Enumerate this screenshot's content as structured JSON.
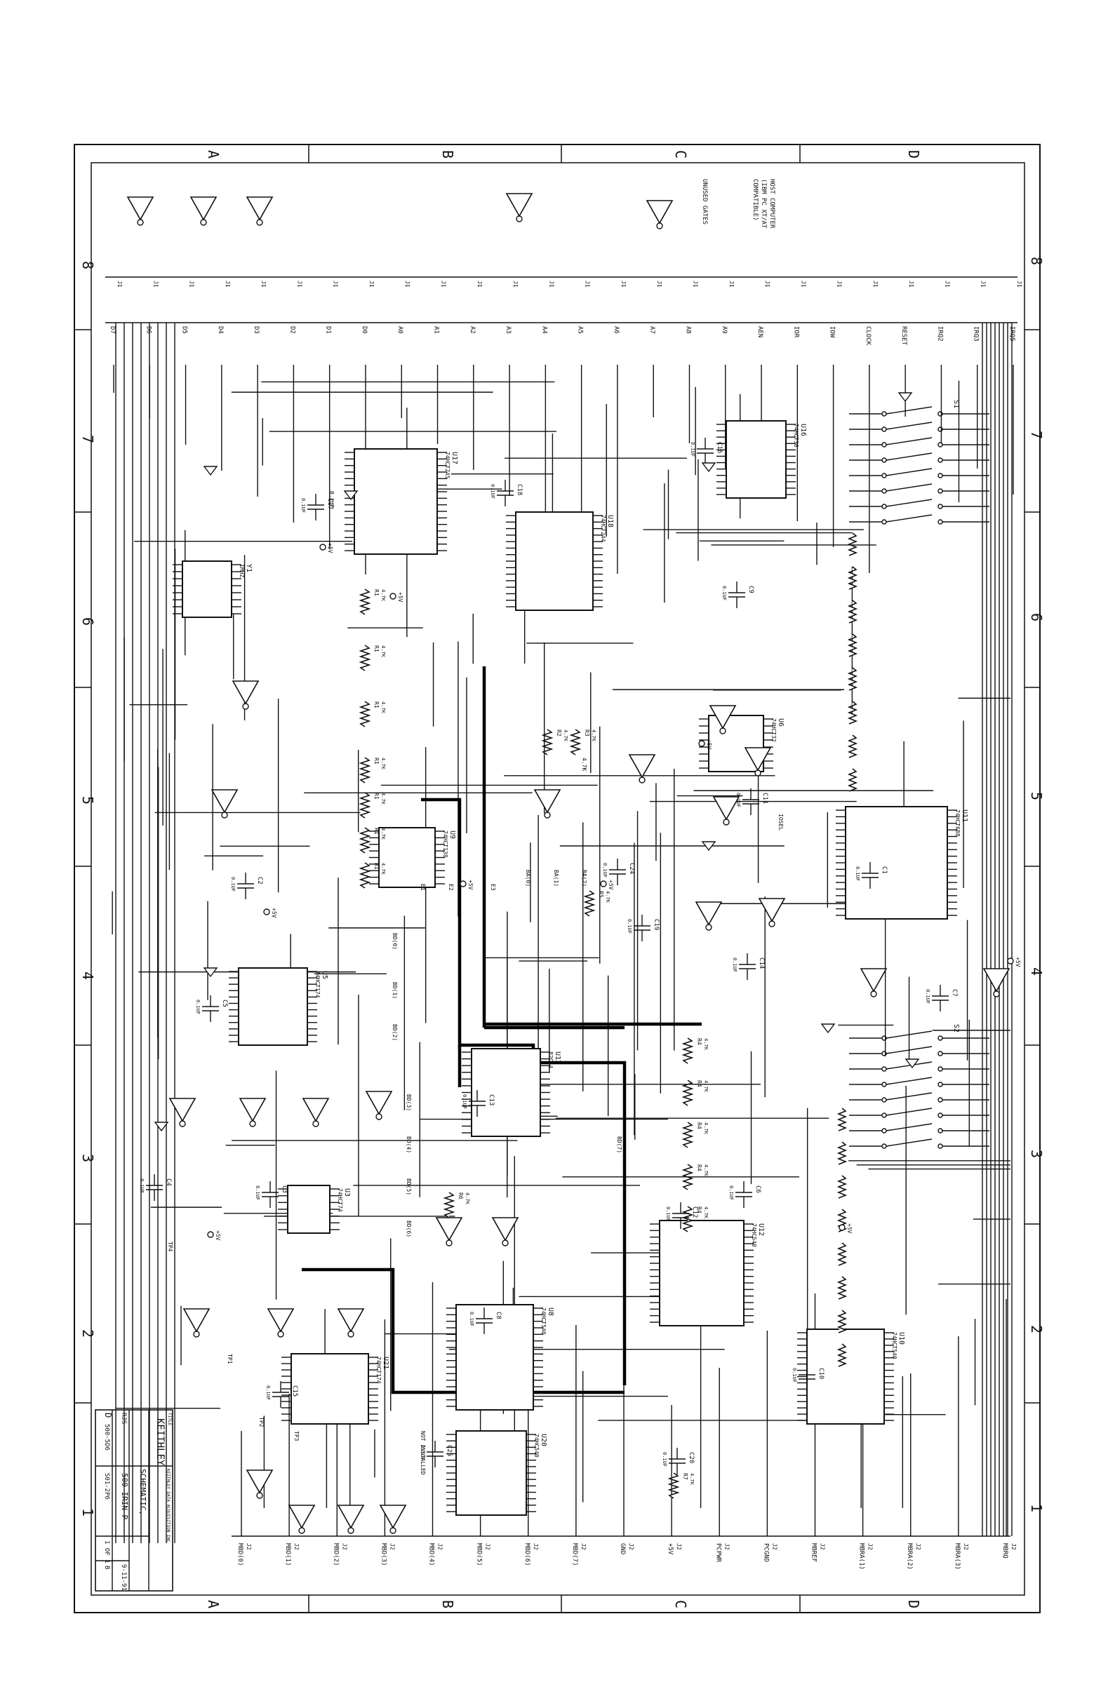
{
  "title_block": {
    "company": "KEITHLEY",
    "company_sub": "KEITHLEY DATA ACQUISITION INC",
    "title_label": "TITLE",
    "title_line1": "SCHEMATIC,",
    "title_line2": "500 IRIN-P",
    "size": "D",
    "doc_number": "500-5D6",
    "rev": "S01-2P6",
    "sheet": "1 OF 1",
    "date": "9-11-91",
    "drawn": "RJS",
    "rev_letter": "B"
  },
  "notes": {
    "unused_gates": "UNUSED GATES",
    "host_note_1": "HOST COMPUTER",
    "host_note_2": "(IBM PC XT/AT",
    "host_note_3": "COMPATIBLE)"
  },
  "zones": {
    "rows": [
      "A",
      "B",
      "C",
      "D"
    ],
    "cols": [
      "8",
      "7",
      "6",
      "5",
      "4",
      "3",
      "2",
      "1"
    ]
  },
  "chips": [
    {
      "ref": "U17",
      "part": "74HCT245"
    },
    {
      "ref": "U18",
      "part": "74HCT244"
    },
    {
      "ref": "U16",
      "part": "74HCT30"
    },
    {
      "ref": "U6",
      "part": "74HCT32"
    },
    {
      "ref": "U11",
      "part": "74HCT688"
    },
    {
      "ref": "U9",
      "part": "74HCT138"
    },
    {
      "ref": "U5",
      "part": "74HCT174"
    },
    {
      "ref": "U13",
      "part": "82C54"
    },
    {
      "ref": "U12",
      "part": "74HC540"
    },
    {
      "ref": "U8",
      "part": "74HCT540"
    },
    {
      "ref": "U10",
      "part": "74HCT540"
    },
    {
      "ref": "U21",
      "part": "74HCT174"
    },
    {
      "ref": "U20",
      "part": "74HC540"
    },
    {
      "ref": "U3",
      "part": "74HCT74"
    },
    {
      "ref": "Y1",
      "part": "1MHZ"
    }
  ],
  "resistors": [
    "R1",
    "R1",
    "R1",
    "R1",
    "R1",
    "R1",
    "R1",
    "R2",
    "R3",
    "R4",
    "R4",
    "R4",
    "R4",
    "R4",
    "R5",
    "R6",
    "R7"
  ],
  "capacitors": [
    "C1",
    "C2",
    "C3",
    "C4",
    "C5",
    "C6",
    "C7",
    "C8",
    "C9",
    "C10",
    "C11",
    "C12",
    "C13",
    "C14",
    "C15",
    "C16",
    "C17",
    "C18",
    "C19",
    "C20",
    "C24",
    "C25"
  ],
  "switches": [
    "S1",
    "S2"
  ],
  "connectors": {
    "j1_labels": [
      "D7",
      "D6",
      "D5",
      "D4",
      "D3",
      "D2",
      "D1",
      "D0",
      "A0",
      "A1",
      "A2",
      "A3",
      "A4",
      "A5",
      "A6",
      "A7",
      "A8",
      "A9",
      "AEN",
      "IOR",
      "IOW",
      "CLOCK",
      "RESET",
      "IRQ2",
      "IRQ3",
      "IRQ5"
    ],
    "j2_labels": [
      "MBD(0)",
      "MBD(1)",
      "MBD(2)",
      "MBD(3)",
      "MBD(4)",
      "MBD(5)",
      "MBD(6)",
      "MBD(7)",
      "GND",
      "+5V",
      "PCPWR",
      "PCGND",
      "MBREF",
      "MBRA(1)",
      "MBRA(2)",
      "MBRA(3)",
      "MBRQ"
    ]
  },
  "power": {
    "vcc": "+5V",
    "gnd": "GND"
  },
  "misc_labels": [
    "NOT INSTALLED",
    "TP1",
    "TP2",
    "TP3",
    "TP4",
    "E1",
    "E2",
    "E3",
    "BD(0)",
    "BD(1)",
    "BD(2)",
    "BD(3)",
    "BD(4)",
    "BD(5)",
    "BD(6)",
    "BD(7)",
    "BA(0)",
    "BA(1)",
    "BA(2)",
    "IOSEL",
    "0.1UF",
    "4.7K"
  ]
}
